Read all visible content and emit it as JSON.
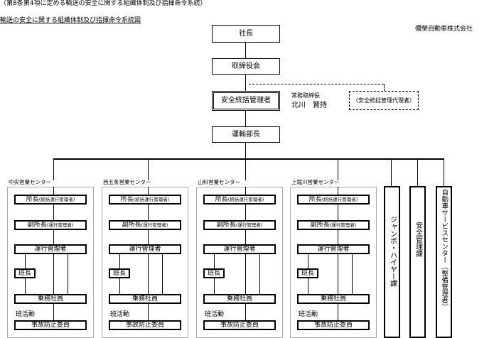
{
  "header": {
    "caption": "（第8条第4項に定める輸送の安全に関する組織体制及び指揮命令系統）",
    "title": "輸送の安全に関する組織体制及び指揮命令系統図",
    "company": "彌榮自動車株式会社"
  },
  "top_chain": {
    "president": "社長",
    "board": "取締役会",
    "safety_manager": "安全統括管理者",
    "safety_manager_role": "常務取締役",
    "safety_manager_name": "北川　賢持",
    "deputy": "（安全統括管理代理者）",
    "transport_head": "運輸部長"
  },
  "centers": [
    {
      "name": "中央営業センター",
      "director": "所長",
      "director_note": "(統括運行管理者)",
      "vice": "副所長",
      "vice_note": "(運行管理者)",
      "ops": "運行管理者",
      "team_lead": "班長",
      "crew": "乗務社員",
      "team_activity": "班活動",
      "committee": "事故防止委員"
    },
    {
      "name": "西五条営業センター",
      "director": "所長",
      "director_note": "(統括運行管理者)",
      "vice": "副所長",
      "vice_note": "(運行管理者)",
      "ops": "運行管理者",
      "team_lead": "班長",
      "crew": "乗務社員",
      "team_activity": "班活動",
      "committee": "事故防止委員"
    },
    {
      "name": "山科営業センター",
      "director": "所長",
      "director_note": "(統括運行管理者)",
      "vice": "副所長",
      "vice_note": "(運行管理者)",
      "ops": "運行管理者",
      "team_lead": "班長",
      "crew": "乗務社員",
      "team_activity": "班活動",
      "committee": "事故防止委員"
    },
    {
      "name": "上堀川営業センター",
      "director": "所長",
      "director_note": "(統括運行管理者)",
      "vice": "副所長",
      "vice_note": "(運行管理者)",
      "ops": "運行管理者",
      "team_lead": "班長",
      "crew": "乗務社員",
      "team_activity": "班活動",
      "committee": "事故防止委員"
    }
  ],
  "departments": {
    "jumbo": "ジャンボ・ハイヤー課",
    "safety": "安全管理課",
    "service": "自動車サービスセンター（整備管理者）"
  }
}
